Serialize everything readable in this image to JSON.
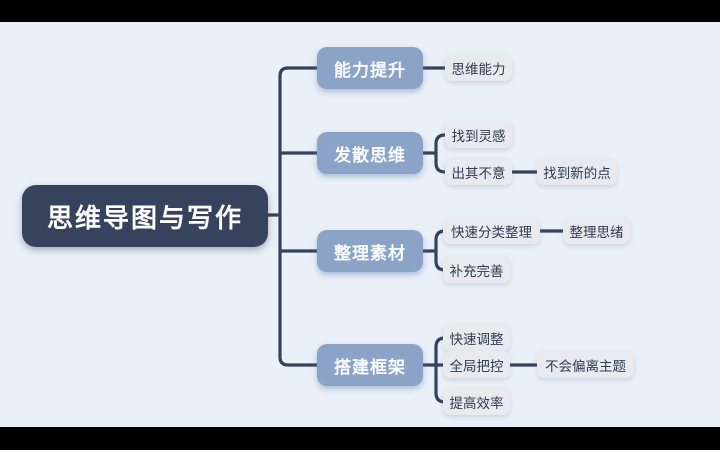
{
  "mindmap": {
    "root": {
      "label": "思维导图与写作"
    },
    "branches": [
      {
        "label": "能力提升",
        "children": [
          {
            "label": "思维能力"
          }
        ]
      },
      {
        "label": "发散思维",
        "children": [
          {
            "label": "找到灵感"
          },
          {
            "label": "出其不意",
            "children": [
              {
                "label": "找到新的点"
              }
            ]
          }
        ]
      },
      {
        "label": "整理素材",
        "children": [
          {
            "label": "快速分类整理",
            "children": [
              {
                "label": "整理思绪"
              }
            ]
          },
          {
            "label": "补充完善"
          }
        ]
      },
      {
        "label": "搭建框架",
        "children": [
          {
            "label": "快速调整"
          },
          {
            "label": "全局把控",
            "children": [
              {
                "label": "不会偏离主题"
              }
            ]
          },
          {
            "label": "提高效率"
          }
        ]
      }
    ],
    "colors": {
      "letterbox": "#000000",
      "canvas_background": "#EAF0F8",
      "root_node": "#37435C",
      "branch_node": "#8BA3C6",
      "leaf_node": "#E8EAEF",
      "leaf_text": "#2F3B50",
      "node_text_light": "#FCFDFE",
      "connector_line": "#36425A"
    }
  }
}
